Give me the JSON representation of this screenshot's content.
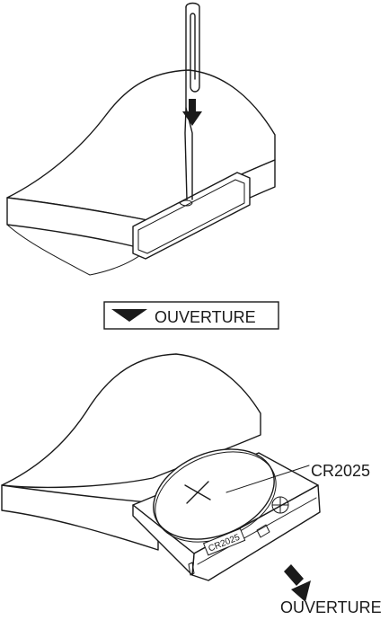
{
  "figure": {
    "top_panel": {
      "open_label": "OUVERTURE"
    },
    "bottom_panel": {
      "battery_callout": "CR2025",
      "battery_engraving": "CR2025",
      "direction_label": "OUVERTURE"
    },
    "colors": {
      "line": "#1a1a1a",
      "background": "#ffffff"
    },
    "icons": [
      "paperclip",
      "down-arrow",
      "triangle-down",
      "coin-battery",
      "diagonal-arrow"
    ]
  }
}
